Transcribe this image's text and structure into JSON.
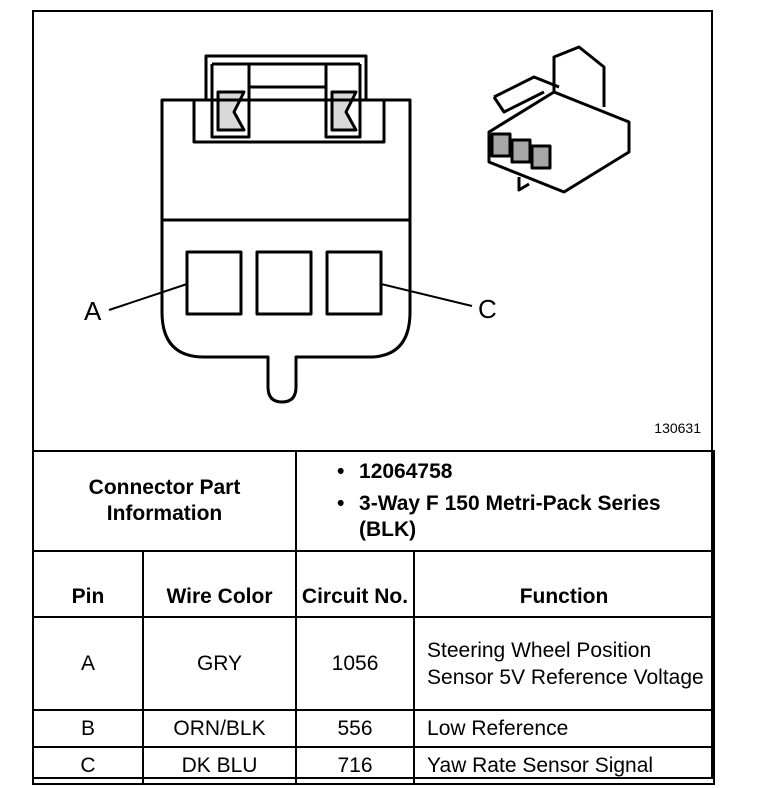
{
  "figure_number": "130631",
  "pin_labels": {
    "left": "A",
    "right": "C"
  },
  "connector_info": {
    "label": "Connector Part Information",
    "items": [
      "12064758",
      "3-Way F 150 Metri-Pack Series (BLK)"
    ]
  },
  "table": {
    "headers": {
      "pin": "Pin",
      "wire_color": "Wire Color",
      "circuit": "Circuit No.",
      "function": "Function"
    },
    "rows": [
      {
        "pin": "A",
        "wire_color": "GRY",
        "circuit": "1056",
        "function": "Steering Wheel Position Sensor 5V Reference Voltage"
      },
      {
        "pin": "B",
        "wire_color": "ORN/BLK",
        "circuit": "556",
        "function": "Low Reference"
      },
      {
        "pin": "C",
        "wire_color": "DK BLU",
        "circuit": "716",
        "function": "Yaw Rate Sensor Signal"
      }
    ]
  },
  "bullet_char": "•"
}
